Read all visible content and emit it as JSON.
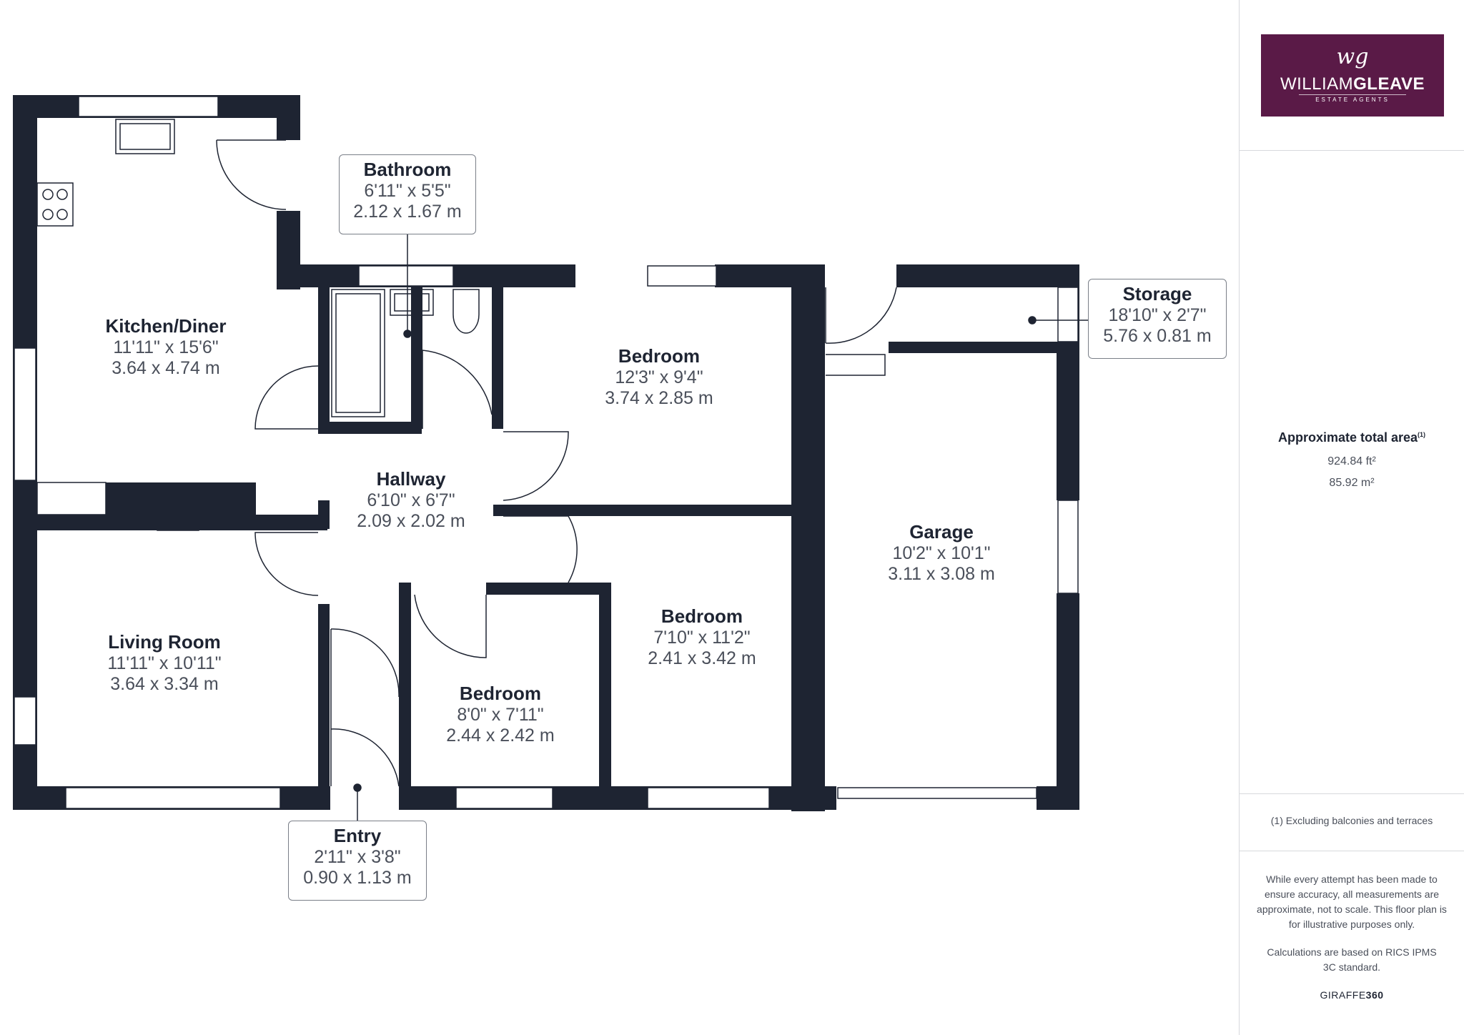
{
  "rooms": {
    "kitchen": {
      "name": "Kitchen/Diner",
      "imperial": "11'11\" x 15'6\"",
      "metric": "3.64 x 4.74 m"
    },
    "living": {
      "name": "Living Room",
      "imperial": "11'11\" x 10'11\"",
      "metric": "3.64 x 3.34 m"
    },
    "hallway": {
      "name": "Hallway",
      "imperial": "6'10\" x 6'7\"",
      "metric": "2.09 x 2.02 m"
    },
    "bedroom_top": {
      "name": "Bedroom",
      "imperial": "12'3\" x 9'4\"",
      "metric": "3.74 x 2.85 m"
    },
    "bedroom_mid": {
      "name": "Bedroom",
      "imperial": "7'10\" x 11'2\"",
      "metric": "2.41 x 3.42 m"
    },
    "bedroom_small": {
      "name": "Bedroom",
      "imperial": "8'0\" x 7'11\"",
      "metric": "2.44 x 2.42 m"
    },
    "garage": {
      "name": "Garage",
      "imperial": "10'2\" x 10'1\"",
      "metric": "3.11 x 3.08 m"
    }
  },
  "callouts": {
    "bathroom": {
      "name": "Bathroom",
      "imperial": "6'11\" x 5'5\"",
      "metric": "2.12 x 1.67 m"
    },
    "storage": {
      "name": "Storage",
      "imperial": "18'10\" x 2'7\"",
      "metric": "5.76 x 0.81 m"
    },
    "entry": {
      "name": "Entry",
      "imperial": "2'11\" x 3'8\"",
      "metric": "0.90 x 1.13 m"
    }
  },
  "sidebar": {
    "logo": {
      "mark": "wg",
      "name_thin": "WILLIAM",
      "name_bold": "GLEAVE",
      "sub": "ESTATE AGENTS",
      "color": "#5a1a47"
    },
    "area_title": "Approximate total area",
    "area_note_ref": "(1)",
    "area_ft": "924.84 ft²",
    "area_m": "85.92 m²",
    "footnote": "(1) Excluding balconies and terraces",
    "disclaimer": "While every attempt has been made to ensure accuracy, all measurements are approximate, not to scale. This floor plan is for illustrative purposes only.",
    "calc": "Calculations are based on RICS IPMS 3C standard.",
    "brand_thin": "GIRAFFE",
    "brand_bold": "360"
  },
  "colors": {
    "wall": "#1e2432",
    "text": "#3b404a",
    "line": "#7a7f88"
  }
}
